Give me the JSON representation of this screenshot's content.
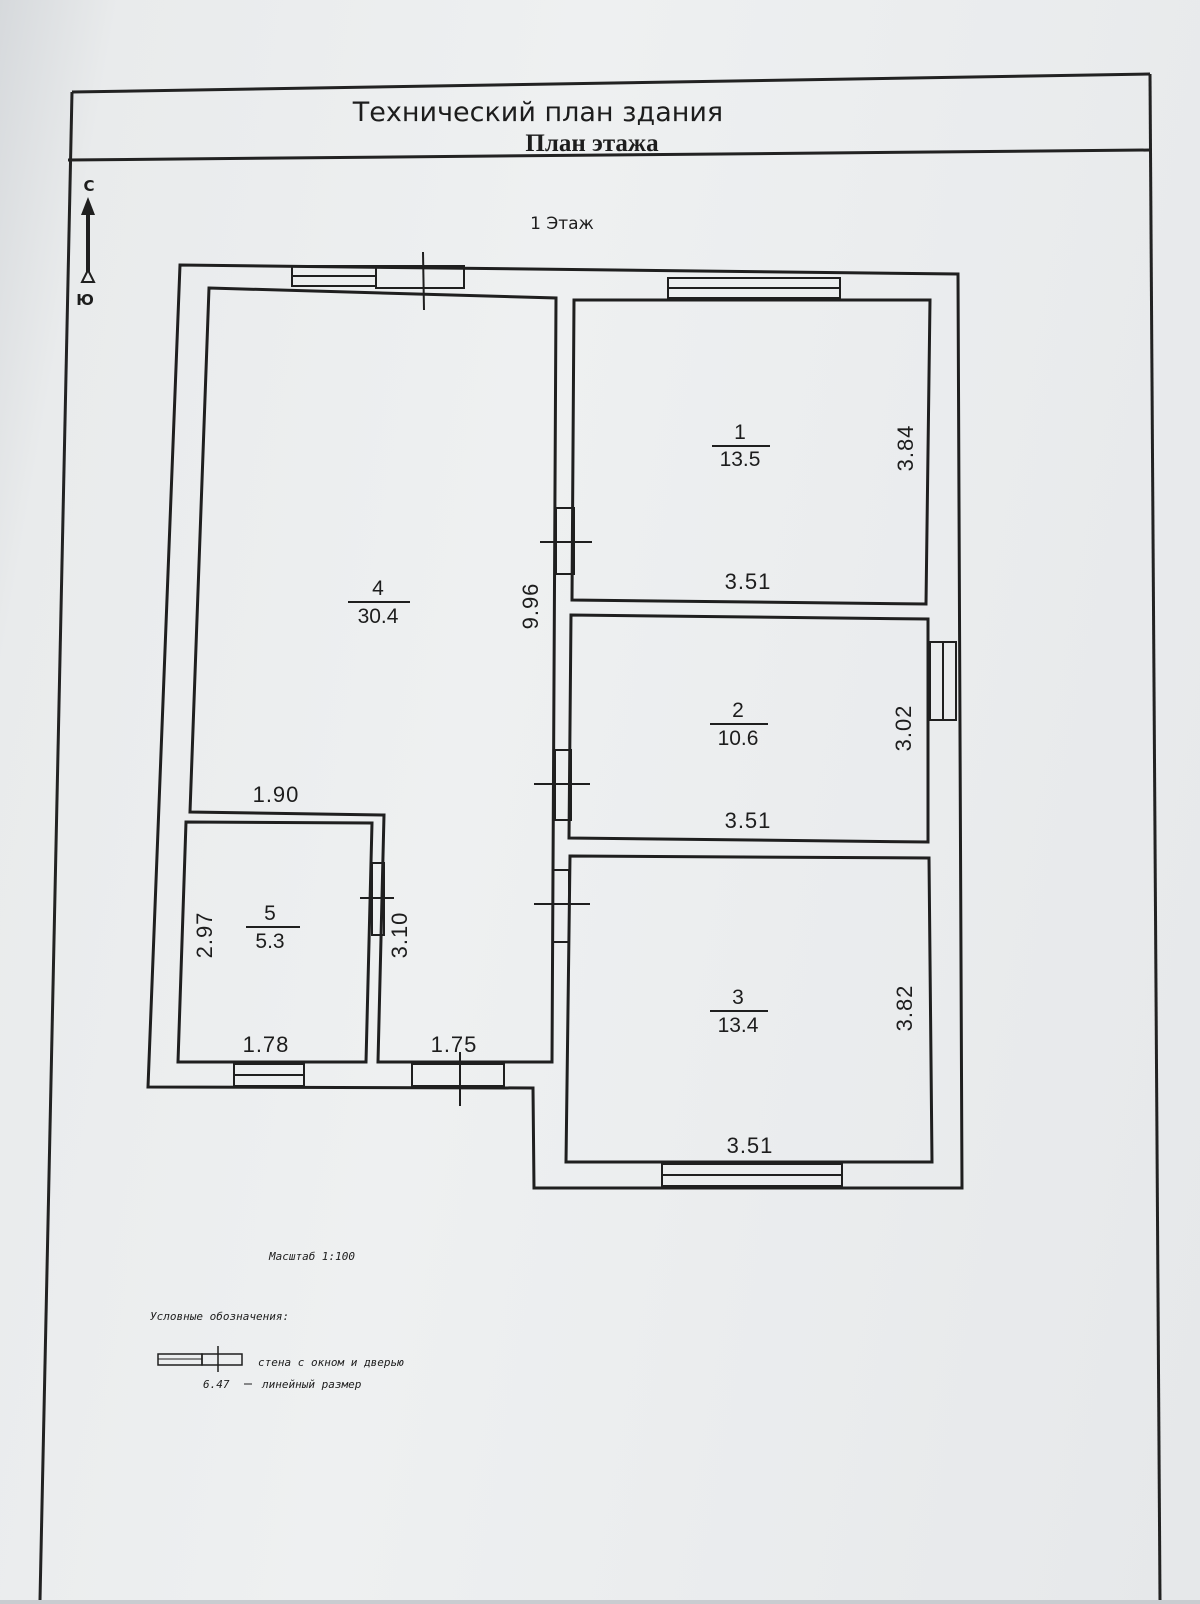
{
  "header": {
    "title": "Технический план здания",
    "subtitle": "План этажа"
  },
  "compass": {
    "north": "С",
    "south": "Ю"
  },
  "floor_label": "1 Этаж",
  "rooms": [
    {
      "number": "1",
      "area": "13.5"
    },
    {
      "number": "2",
      "area": "10.6"
    },
    {
      "number": "3",
      "area": "13.4"
    },
    {
      "number": "4",
      "area": "30.4"
    },
    {
      "number": "5",
      "area": "5.3"
    }
  ],
  "dimensions": {
    "room1_height": "3.84",
    "room1_width": "3.51",
    "room2_height": "3.02",
    "room2_width": "3.51",
    "room3_height": "3.82",
    "room3_width": "3.51",
    "room4_length": "9.96",
    "room4_width": "1.90",
    "room5_height": "2.97",
    "room5_width": "1.78",
    "hall_height": "3.10",
    "hall_width": "1.75"
  },
  "scale": "Масштаб 1:100",
  "legend": {
    "title": "Условные обозначения:",
    "wall_item": "стена с окном и дверью",
    "dim_sample": "6.47",
    "dim_item": "линейный размер"
  }
}
